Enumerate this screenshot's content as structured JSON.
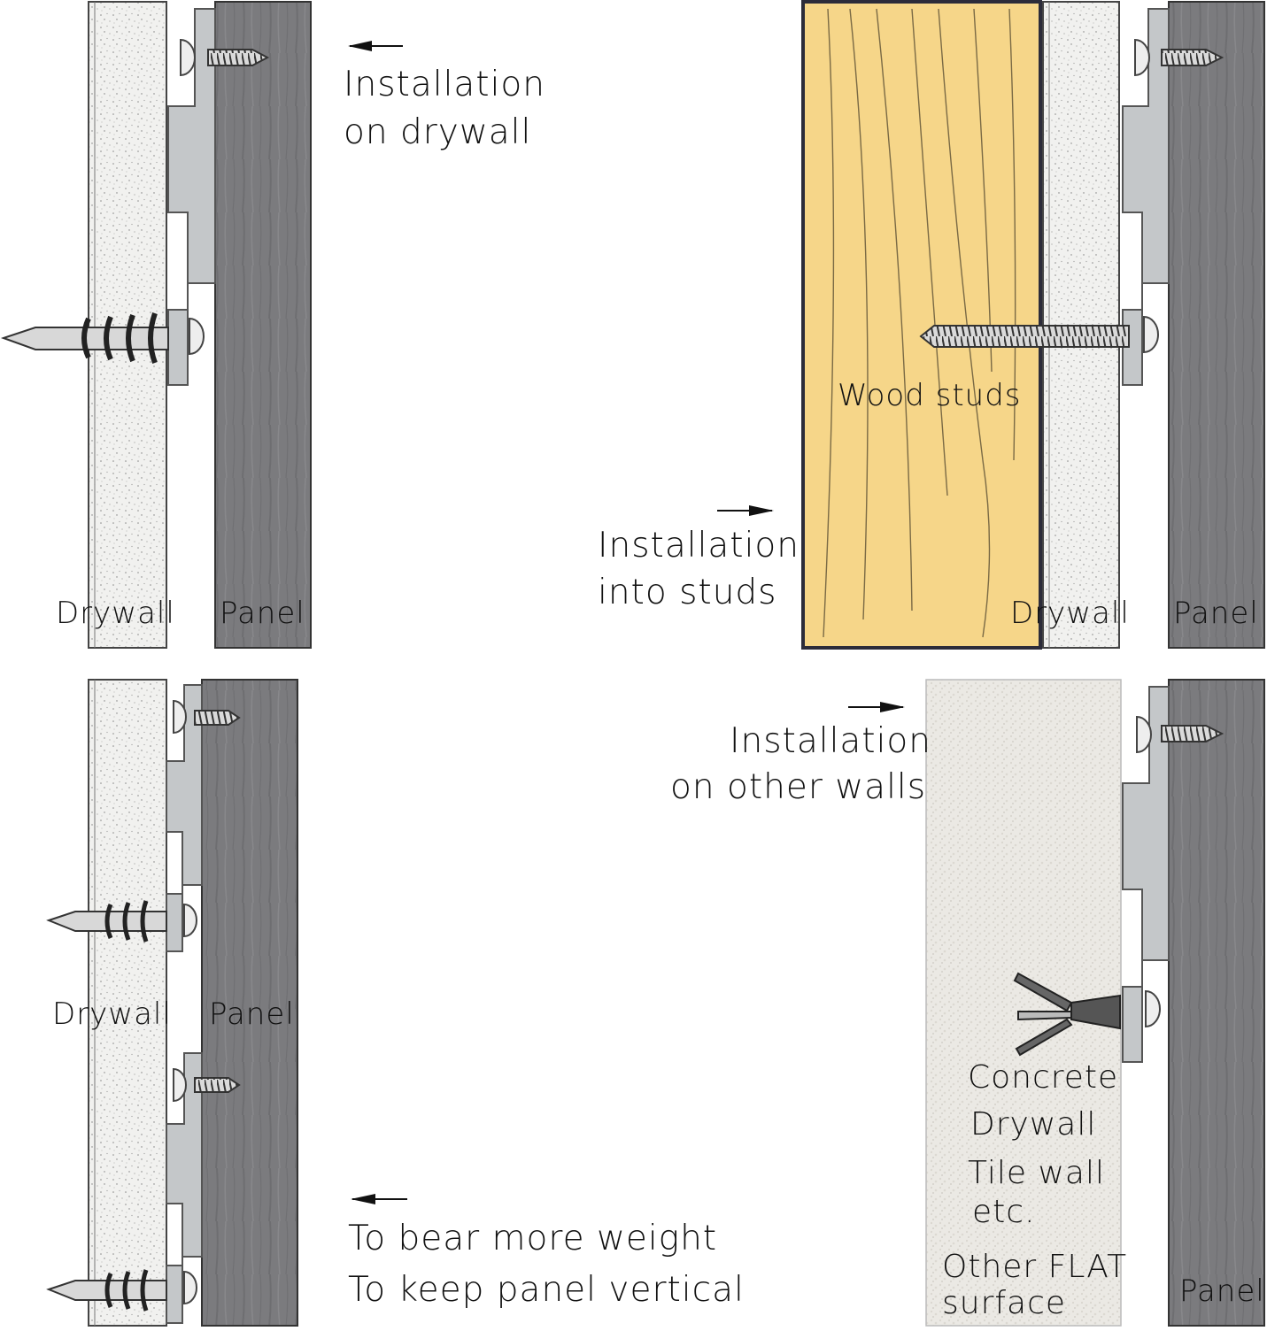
{
  "colors": {
    "drywall": "#f1f1ef",
    "panel": "#7d7d80",
    "wood": "#f6d689",
    "concrete": "#ebe9e4",
    "bracket": "#c4c7c9"
  },
  "quadrants": {
    "top_left": {
      "caption_line1": "Installation",
      "caption_line2": "on drywall",
      "drywall_label": "Drywall",
      "panel_label": "Panel"
    },
    "top_right": {
      "caption_line1": "Installation",
      "caption_line2": "into studs",
      "studs_label": "Wood studs",
      "drywall_label": "Drywall",
      "panel_label": "Panel"
    },
    "bottom_left": {
      "caption_line1": "To bear more weight",
      "caption_line2": "To keep panel vertical",
      "drywall_label": "Drywall",
      "panel_label": "Panel"
    },
    "bottom_right": {
      "caption_line1": "Installation",
      "caption_line2": "on other walls",
      "surfaces": [
        "Concrete",
        "Drywall",
        "Tile wall",
        "etc."
      ],
      "flat_line1": "Other FLAT",
      "flat_line2": "surface",
      "panel_label": "Panel"
    }
  }
}
